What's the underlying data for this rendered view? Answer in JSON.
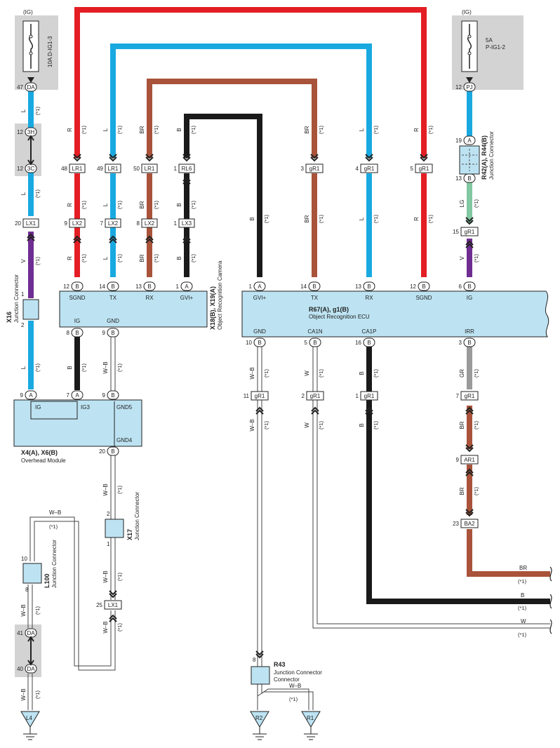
{
  "colors": {
    "R": "#e31e24",
    "L": "#19a9e0",
    "BR": "#a8533a",
    "B": "#1a1a1a",
    "V": "#6f2d91",
    "LG": "#82c8a0",
    "GR": "#9a9a9a",
    "W": "#ffffff",
    "component_fill": "#bde3f2",
    "gray_box": "#d3d3d3"
  },
  "sources": {
    "left": {
      "ig": "(IG)",
      "fuse": "10A D-IG1-3",
      "terminal": "47",
      "pin": "DA"
    },
    "right": {
      "ig": "(IG)",
      "amp": "5A",
      "fuse": "P-IG1-2",
      "terminal": "12",
      "pin": "PJ"
    }
  },
  "note": "(*1)",
  "wire_codes": {
    "L": "L",
    "R": "R",
    "BR": "BR",
    "B": "B",
    "V": "V",
    "LG": "LG",
    "GR": "GR",
    "W": "W",
    "WB": "W–B"
  },
  "left_connectors": {
    "c12_3H": {
      "num": "12",
      "pin": "3H"
    },
    "c12_3C": {
      "num": "12",
      "pin": "3C"
    },
    "c20_LX1": {
      "num": "20",
      "pin": "LX1"
    }
  },
  "x16": {
    "id": "X16",
    "name": "Junction Connector",
    "pin_top": "1",
    "pin_bot": "2"
  },
  "row_LR": [
    {
      "num": "48",
      "pin": "LR1"
    },
    {
      "num": "49",
      "pin": "LR1"
    },
    {
      "num": "50",
      "pin": "LR1"
    },
    {
      "num": "1",
      "pin": "RL6"
    }
  ],
  "row_LX": [
    {
      "num": "9",
      "pin": "LX2"
    },
    {
      "num": "7",
      "pin": "LX2"
    },
    {
      "num": "8",
      "pin": "LX2"
    },
    {
      "num": "1",
      "pin": "LX3"
    }
  ],
  "camera": {
    "id": "X18(B), X19(A)",
    "name": "Object Recognition Camera",
    "top_pins": [
      {
        "num": "12",
        "pin": "B",
        "label": "SGND"
      },
      {
        "num": "14",
        "pin": "B",
        "label": "TX"
      },
      {
        "num": "13",
        "pin": "B",
        "label": "RX"
      },
      {
        "num": "1",
        "pin": "A",
        "label": "GVI+"
      }
    ],
    "bottom_pins": [
      {
        "num": "8",
        "pin": "B",
        "label": "IG"
      },
      {
        "num": "9",
        "pin": "B",
        "label": "GND"
      }
    ]
  },
  "row_gR1_top": [
    {
      "num": "3",
      "pin": "gR1"
    },
    {
      "num": "4",
      "pin": "gR1"
    },
    {
      "num": "5",
      "pin": "gR1"
    }
  ],
  "r42": {
    "id": "R42(A), R44(B)",
    "name": "Junction Connector",
    "top_num": "19",
    "top_pin": "A",
    "bot_num": "13",
    "bot_pin": "B"
  },
  "c15_gR1": {
    "num": "15",
    "pin": "gR1"
  },
  "ecu": {
    "id": "R67(A), g1(B)",
    "name": "Object Recognition ECU",
    "top_pins": [
      {
        "num": "1",
        "pin": "A",
        "label": "GVI+"
      },
      {
        "num": "14",
        "pin": "B",
        "label": "TX"
      },
      {
        "num": "13",
        "pin": "B",
        "label": "RX"
      },
      {
        "num": "12",
        "pin": "B",
        "label": "SGND"
      },
      {
        "num": "6",
        "pin": "B",
        "label": "IG"
      }
    ],
    "bottom_pins": [
      {
        "num": "10",
        "pin": "B",
        "label": "GND"
      },
      {
        "num": "5",
        "pin": "B",
        "label": "CA1N"
      },
      {
        "num": "16",
        "pin": "B",
        "label": "CA1P"
      },
      {
        "num": "3",
        "pin": "B",
        "label": "IRR"
      }
    ]
  },
  "overhead": {
    "id": "X4(A), X6(B)",
    "name": "Overhead Module",
    "pins": [
      {
        "num": "9",
        "pin": "A",
        "label": "IG"
      },
      {
        "num": "7",
        "pin": "A",
        "label": "IG3"
      },
      {
        "num": "9",
        "pin": "B",
        "label": "GND5"
      }
    ],
    "gnd4": {
      "num": "20",
      "pin": "B",
      "label": "GND4"
    }
  },
  "row_gR1_bot": [
    {
      "num": "11",
      "pin": "gR1"
    },
    {
      "num": "2",
      "pin": "gR1"
    },
    {
      "num": "1",
      "pin": "gR1"
    },
    {
      "num": "7",
      "pin": "gR1"
    }
  ],
  "c9_AR1": {
    "num": "9",
    "pin": "AR1"
  },
  "c23_BA2": {
    "num": "23",
    "pin": "BA2"
  },
  "x17": {
    "id": "X17",
    "name": "Junction Connector",
    "pin_top": "2",
    "pin_bot": "1"
  },
  "c25_LX1": {
    "num": "25",
    "pin": "LX1"
  },
  "l100": {
    "id": "L100",
    "name": "Junction Connector",
    "pin_top": "10",
    "pin_bot": "8"
  },
  "c41_DA": {
    "num": "41",
    "pin": "DA"
  },
  "c40_DA": {
    "num": "40",
    "pin": "DA"
  },
  "r43": {
    "id": "R43",
    "name": "Junction Connector",
    "pin_top": "8"
  },
  "grounds": {
    "L4": "L4",
    "R2": "R2",
    "R1": "R1"
  },
  "outputs": [
    {
      "code": "BR",
      "note": "(*1)"
    },
    {
      "code": "B",
      "note": "(*1)"
    },
    {
      "code": "W",
      "note": "(*1)"
    }
  ]
}
